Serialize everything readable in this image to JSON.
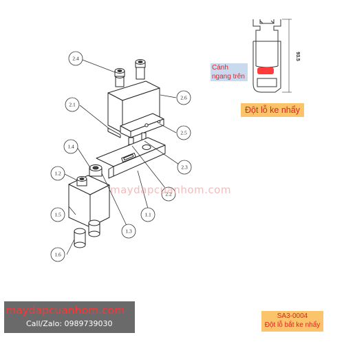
{
  "callouts": {
    "c24": "2.4",
    "c21": "2.1",
    "c26": "2.6",
    "c25": "2.5",
    "c14": "1.4",
    "c23": "2.3",
    "c12": "1.2",
    "c22": "2.2",
    "c15": "1.5",
    "c11": "1.1",
    "c13": "1.3",
    "c16": "1.6"
  },
  "profile_inset": {
    "dimension": "93.5",
    "label": "Cánh ngang trên",
    "caption": "Đột lỗ ke nhẩy",
    "highlight_color": "#ff3b3b"
  },
  "watermark": "maydapcuanhom.com",
  "branding": {
    "url": "maydapcuanhom.com",
    "phone": "Call/Zalo: 0989739030",
    "code": "SA3-0004",
    "code_caption": "Đột lỗ bắt ke nhẩy",
    "accent_color": "#fbc36a"
  }
}
